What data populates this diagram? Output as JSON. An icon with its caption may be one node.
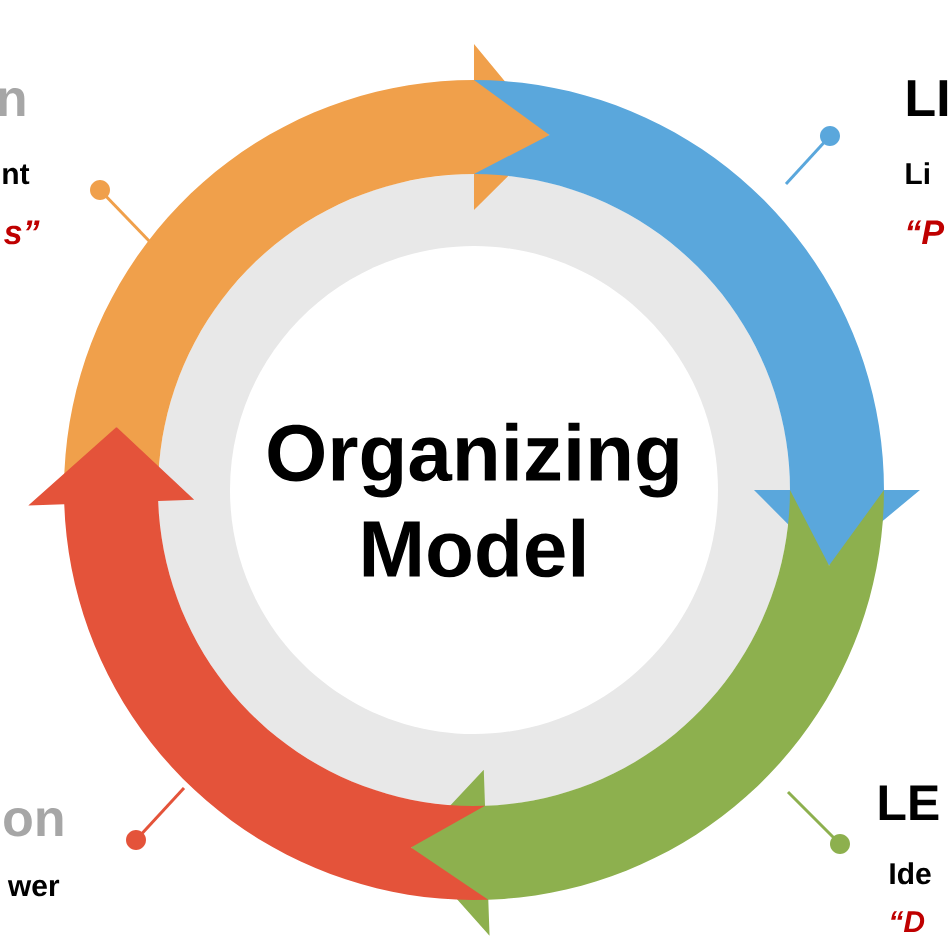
{
  "diagram": {
    "nodes": [
      {
        "text": [
          "Organizing Model"
        ]
      }
    ],
    "edges": [],
    "labels": [
      "n",
      "LI",
      "nt",
      "Li",
      "s”",
      "“P",
      "on",
      "LE",
      "wer",
      "Ide",
      "“D"
    ]
  }
}
